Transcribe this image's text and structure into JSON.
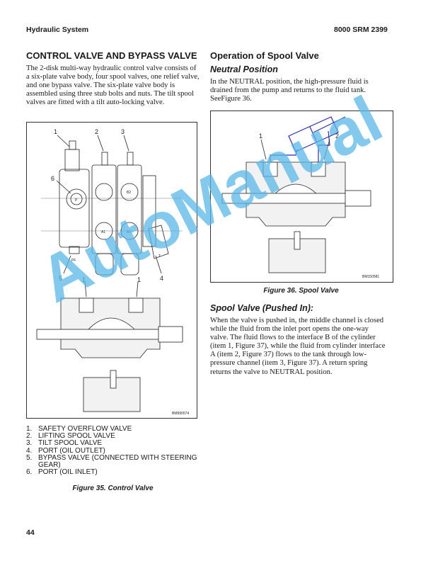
{
  "header": {
    "section": "Hydraulic System",
    "doc_id": "8000 SRM 2399"
  },
  "left": {
    "heading": "CONTROL VALVE AND BYPASS VALVE",
    "paragraph": "The 2-disk multi-way hydraulic control valve consists of a six-plate valve body, four spool valves, one relief valve, and one bypass valve. The six-plate valve body is assembled using three stub bolts and nuts. The tilt spool valves are fitted with a tilt auto-locking valve.",
    "figure35": {
      "callouts": [
        "1",
        "2",
        "3",
        "6",
        "5",
        "4",
        "1",
        "1"
      ],
      "port_labels": [
        "P",
        "B2",
        "A1",
        "A2",
        "PF",
        "T"
      ],
      "code": "BM990574",
      "legend": [
        {
          "num": "1.",
          "text": "SAFETY OVERFLOW VALVE"
        },
        {
          "num": "2.",
          "text": "LIFTING SPOOL VALVE"
        },
        {
          "num": "3.",
          "text": "TILT SPOOL VALVE"
        },
        {
          "num": "4.",
          "text": "PORT (OIL OUTLET)"
        },
        {
          "num": "5.",
          "text": "BYPASS VALVE (CONNECTED WITH STEERING GEAR)"
        },
        {
          "num": "6.",
          "text": "PORT (OIL INLET)"
        }
      ],
      "caption": "Figure 35. Control Valve"
    }
  },
  "right": {
    "heading": "Operation of Spool Valve",
    "subheading": "Neutral Position",
    "paragraph": "In the NEUTRAL position, the high-pressure fluid is drained from the pump and returns to the fluid tank. SeeFigure 36.",
    "figure36": {
      "callouts": [
        "1",
        "2"
      ],
      "code": "BM150581",
      "caption": "Figure 36. Spool Valve",
      "cylinder_color": "#2b2bb0"
    },
    "subheading2": "Spool Valve (Pushed In):",
    "paragraph2": "When the valve is pushed in, the middle channel is closed while the fluid from the inlet port opens the one-way valve. The fluid flows to the interface B of the cylinder (item 1, Figure 37), while the fluid from cylinder interface A (item 2, Figure 37) flows to the tank through low-pressure channel (item 3, Figure 37). A return spring returns the valve to NEUTRAL position."
  },
  "footer": {
    "page_number": "44"
  },
  "watermark": {
    "text": "AutoManual",
    "color": "#5ab7e8"
  }
}
